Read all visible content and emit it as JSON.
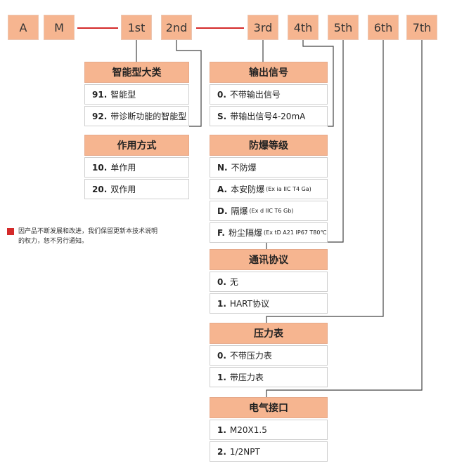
{
  "code_boxes": [
    "A",
    "M",
    "1st",
    "2nd",
    "3rd",
    "4th",
    "5th",
    "6th",
    "7th"
  ],
  "groups": {
    "smart": {
      "title": "智能型大类",
      "rows": [
        {
          "code": "91.",
          "text": "智能型",
          "note": ""
        },
        {
          "code": "92.",
          "text": "带诊断功能的智能型",
          "note": ""
        }
      ]
    },
    "action": {
      "title": "作用方式",
      "rows": [
        {
          "code": "10.",
          "text": "单作用",
          "note": ""
        },
        {
          "code": "20.",
          "text": "双作用",
          "note": ""
        }
      ]
    },
    "output": {
      "title": "输出信号",
      "rows": [
        {
          "code": "0.",
          "text": "不带输出信号",
          "note": ""
        },
        {
          "code": "S.",
          "text": "带输出信号4-20mA",
          "note": ""
        }
      ]
    },
    "explosion": {
      "title": "防爆等级",
      "rows": [
        {
          "code": "N.",
          "text": "不防爆",
          "note": ""
        },
        {
          "code": "A.",
          "text": "本安防爆",
          "note": "(Ex ia IIC T4 Ga)"
        },
        {
          "code": "D.",
          "text": "隔爆",
          "note": "(Ex d IIC T6 Gb)"
        },
        {
          "code": "F.",
          "text": "粉尘隔爆",
          "note": "(Ex tD A21 IP67 T80℃)"
        }
      ]
    },
    "comm": {
      "title": "通讯协议",
      "rows": [
        {
          "code": "0.",
          "text": "无",
          "note": ""
        },
        {
          "code": "1.",
          "text": "HART协议",
          "note": ""
        }
      ]
    },
    "gauge": {
      "title": "压力表",
      "rows": [
        {
          "code": "0.",
          "text": "不带压力表",
          "note": ""
        },
        {
          "code": "1.",
          "text": "带压力表",
          "note": ""
        }
      ]
    },
    "electric": {
      "title": "电气接口",
      "rows": [
        {
          "code": "1.",
          "text": "M20X1.5",
          "note": ""
        },
        {
          "code": "2.",
          "text": "1/2NPT",
          "note": ""
        }
      ]
    }
  },
  "note": {
    "line1": "因产品不断发展和改进，我们保留更新本技术说明",
    "line2": "的权力，恕不另行通知。"
  },
  "colors": {
    "box_fill": "#f6b590",
    "accent_red": "#d42a2a",
    "connector": "#444444"
  }
}
